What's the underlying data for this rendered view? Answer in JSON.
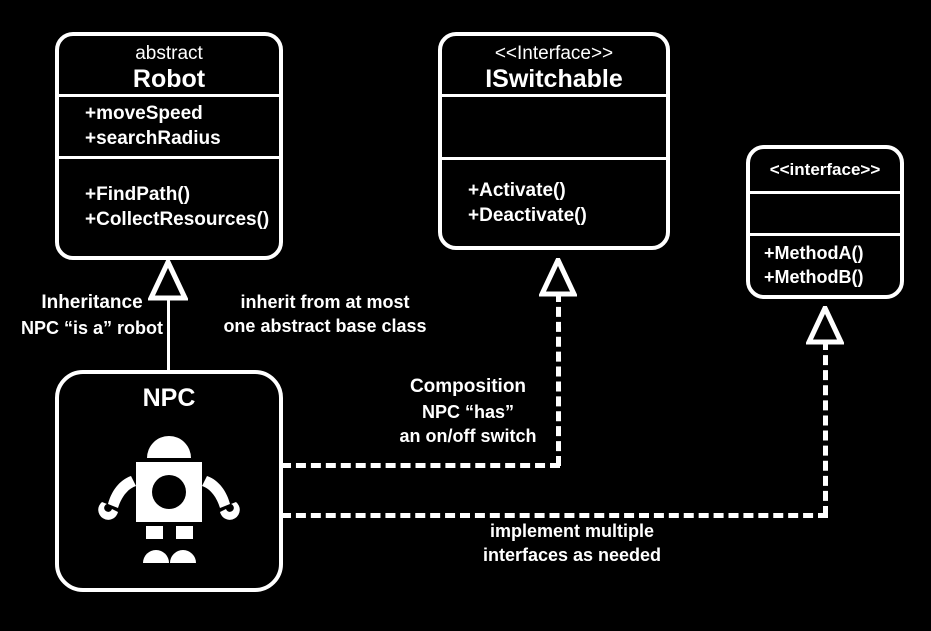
{
  "diagram": {
    "title": "UML class relationships: inheritance and interface implementation",
    "background_color": "#000000",
    "stroke_color": "#ffffff"
  },
  "classes": {
    "robot": {
      "stereotype": "abstract",
      "name": "Robot",
      "attributes": [
        "+moveSpeed",
        "+searchRadius"
      ],
      "methods": [
        "+FindPath()",
        "+CollectResources()"
      ]
    },
    "iswitchable": {
      "stereotype": "<<Interface>>",
      "name": "ISwitchable",
      "attributes": [],
      "methods": [
        "+Activate()",
        "+Deactivate()"
      ]
    },
    "generic_interface": {
      "stereotype": "<<interface>>",
      "name": "",
      "attributes": [],
      "methods": [
        "+MethodA()",
        "+MethodB()"
      ]
    },
    "npc": {
      "name": "NPC",
      "icon": "robot-icon"
    }
  },
  "notes": {
    "inheritance": {
      "title": "Inheritance",
      "body": "NPC “is a” robot"
    },
    "inherit_rule": {
      "line1": "inherit from at most",
      "line2": "one abstract base class"
    },
    "composition": {
      "title": "Composition",
      "line1": "NPC “has”",
      "line2": "an on/off switch"
    },
    "implement_rule": {
      "line1": "implement multiple",
      "line2": "interfaces as needed"
    }
  },
  "connectors": {
    "inheritance_npc_to_robot": {
      "type": "generalization",
      "line_style": "solid",
      "arrow": "hollow-triangle",
      "from": "NPC",
      "to": "Robot"
    },
    "realization_npc_to_iswitchable": {
      "type": "realization",
      "line_style": "dashed",
      "arrow": "hollow-triangle",
      "from": "NPC",
      "to": "ISwitchable"
    },
    "realization_npc_to_interface": {
      "type": "realization",
      "line_style": "dashed",
      "arrow": "hollow-triangle",
      "from": "NPC",
      "to": "<<interface>>"
    }
  }
}
